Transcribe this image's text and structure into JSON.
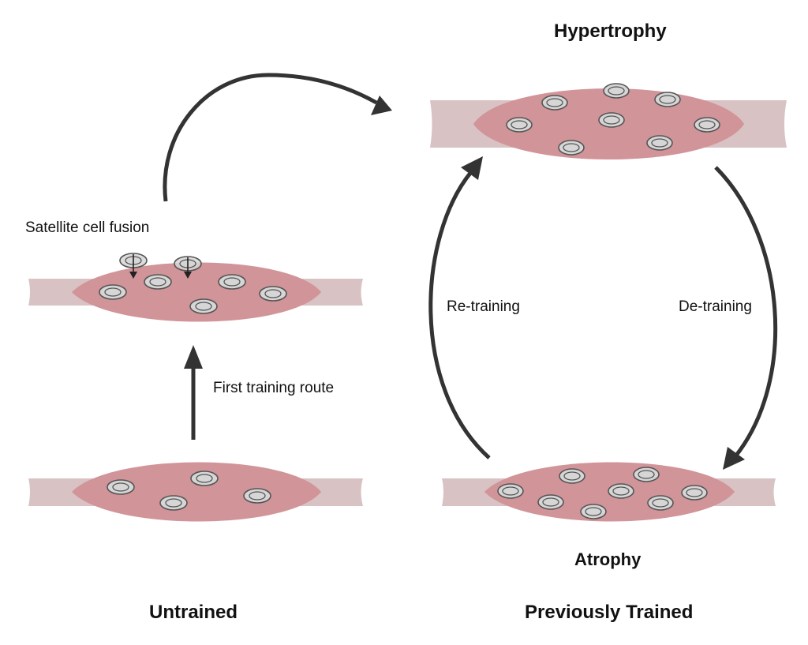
{
  "labels": {
    "hypertrophy": "Hypertrophy",
    "satellite_cell_fusion": "Satellite cell fusion",
    "re_training": "Re-training",
    "de_training": "De-training",
    "first_training_route": "First training route",
    "atrophy": "Atrophy",
    "untrained": "Untrained",
    "previously_trained": "Previously Trained"
  },
  "colors": {
    "tendon": "#d8c2c3",
    "muscle": "#d19499",
    "nucleus_fill": "#d6d6d6",
    "nucleus_stroke": "#555555",
    "arrow": "#333333"
  }
}
